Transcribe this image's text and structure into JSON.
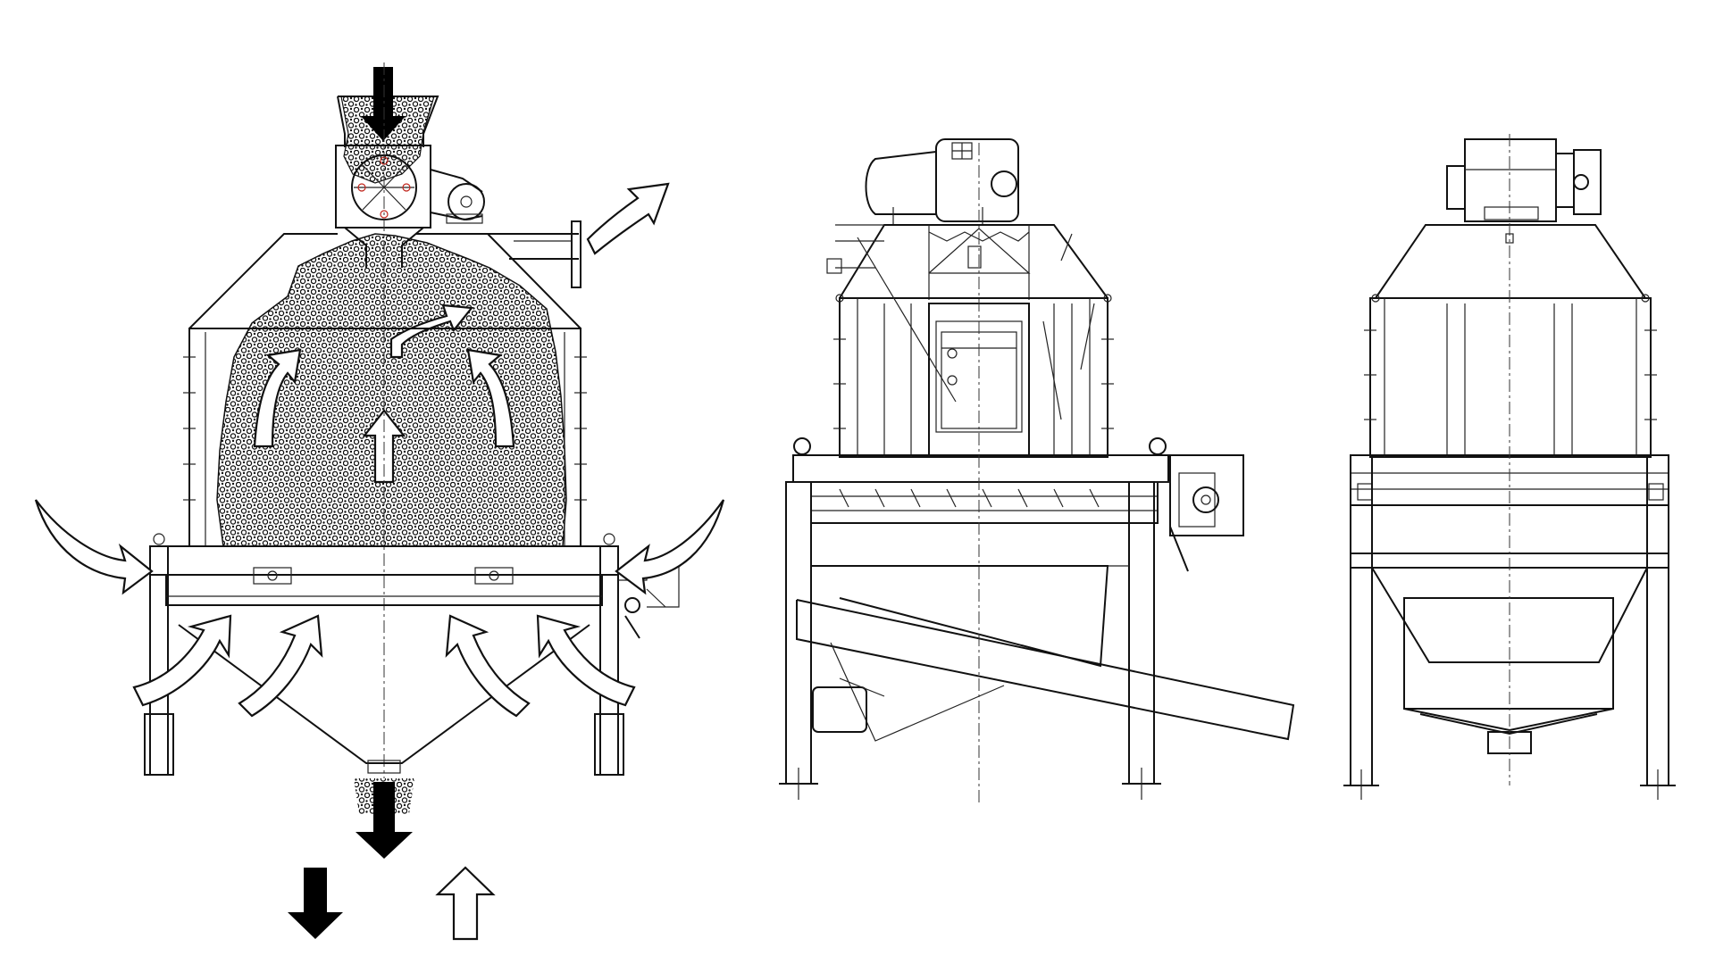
{
  "figure": {
    "description_free": true,
    "views": [
      {
        "id": "cooler-flow-section"
      },
      {
        "id": "cooler-side-elevation"
      },
      {
        "id": "cooler-front-elevation"
      }
    ],
    "legend": [
      {
        "symbol": "solid-arrow-down",
        "meaning": ""
      },
      {
        "symbol": "hollow-arrow-up",
        "meaning": ""
      }
    ]
  },
  "colors": {
    "line": "#111111",
    "pellet_fill": "#1a1a1a",
    "axis_marks": "#c0241b",
    "background": "#ffffff"
  }
}
